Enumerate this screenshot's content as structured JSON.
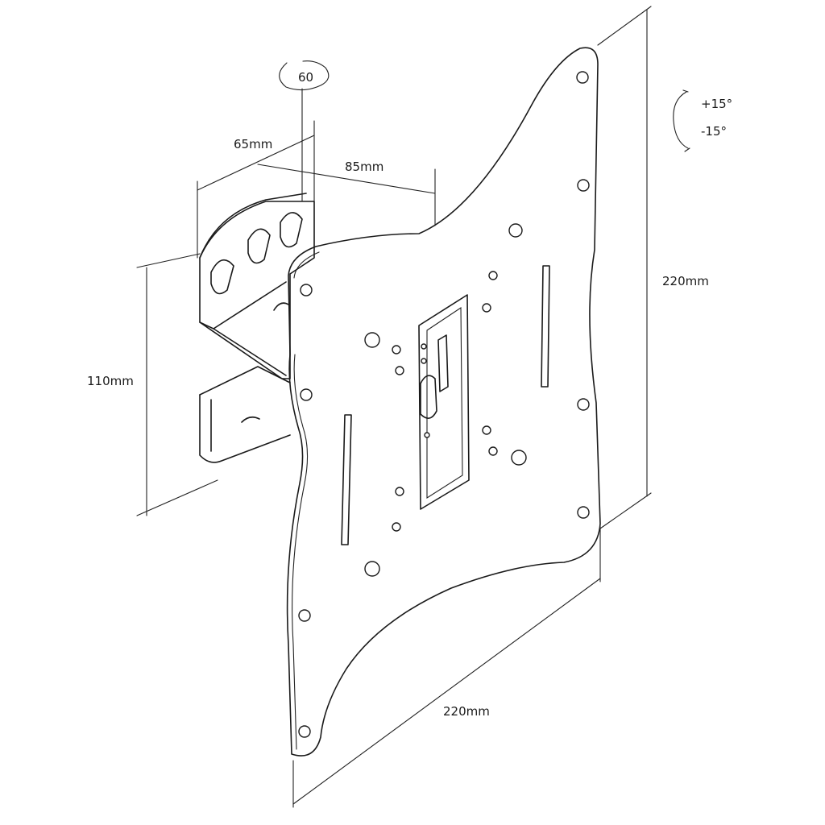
{
  "labels": {
    "rotation": "60",
    "depth_a": "65mm",
    "depth_b": "85mm",
    "tilt_up": "+15°",
    "tilt_down": "-15°",
    "wall_height": "110mm",
    "plate_height": "220mm",
    "plate_width": "220mm"
  },
  "colors": {
    "line": "#1a1a1a",
    "background": "#ffffff"
  }
}
